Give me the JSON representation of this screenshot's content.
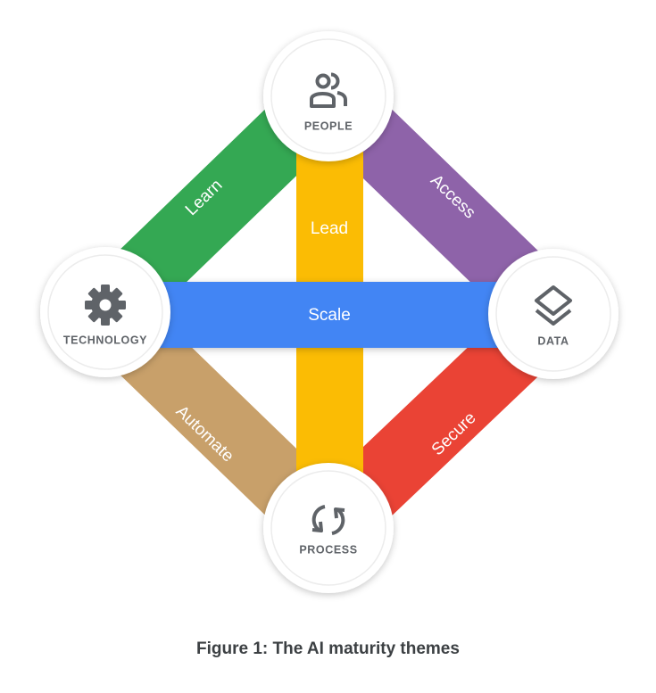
{
  "nodes": {
    "people": "PEOPLE",
    "technology": "TECHNOLOGY",
    "data": "DATA",
    "process": "PROCESS"
  },
  "bands": {
    "learn": "Learn",
    "access": "Access",
    "lead": "Lead",
    "scale": "Scale",
    "automate": "Automate",
    "secure": "Secure"
  },
  "colors": {
    "learn": "#34a853",
    "access": "#8e63a9",
    "lead": "#fbbc04",
    "scale": "#4285f4",
    "automate": "#c8a06a",
    "secure": "#ea4335",
    "icon": "#5f6368"
  },
  "icons": {
    "people": "people-icon",
    "technology": "gear-icon",
    "data": "layers-icon",
    "process": "sync-icon"
  },
  "caption": "Figure 1: The AI maturity themes"
}
